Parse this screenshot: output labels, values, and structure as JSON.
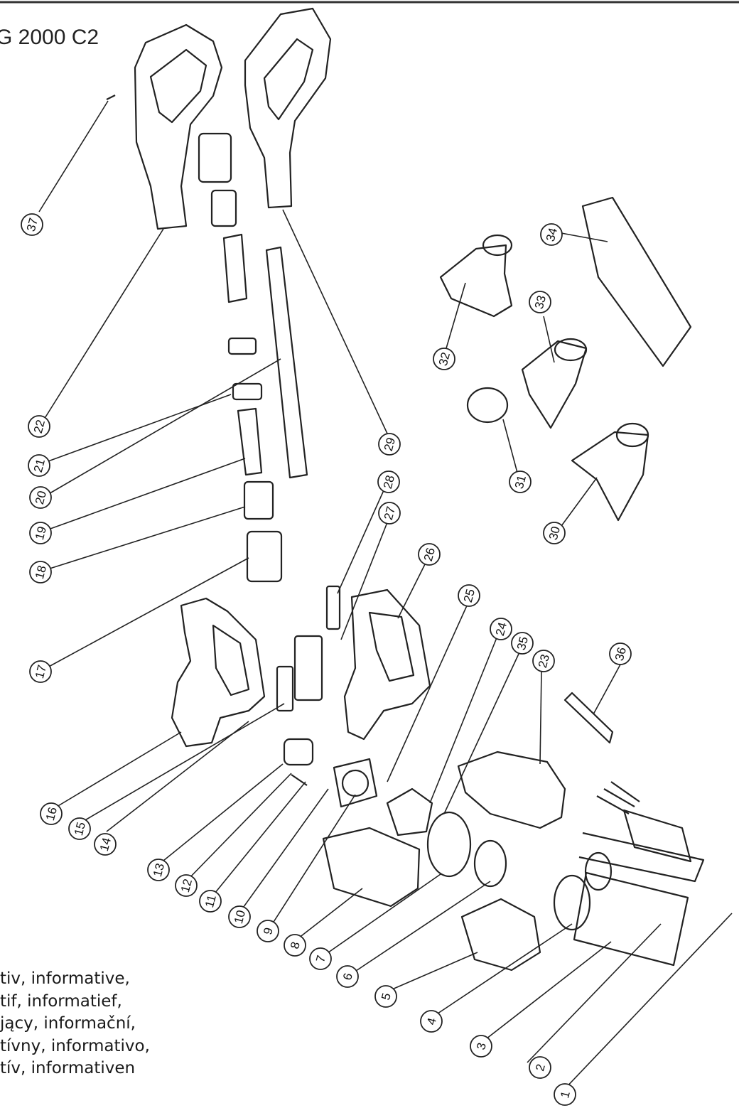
{
  "header": {
    "title": "G 2000 C2"
  },
  "note": {
    "lines": [
      "tiv, informative,",
      "tif, informatief,",
      "jący, informační,",
      "tívny, informativo,",
      "tív, informativen"
    ]
  },
  "labels": [
    "1",
    "2",
    "3",
    "4",
    "5",
    "6",
    "7",
    "8",
    "9",
    "10",
    "11",
    "12",
    "13",
    "14",
    "15",
    "16",
    "17",
    "18",
    "19",
    "20",
    "21",
    "22",
    "23",
    "24",
    "25",
    "26",
    "27",
    "28",
    "29",
    "30",
    "31",
    "32",
    "33",
    "34",
    "35",
    "36",
    "37"
  ]
}
